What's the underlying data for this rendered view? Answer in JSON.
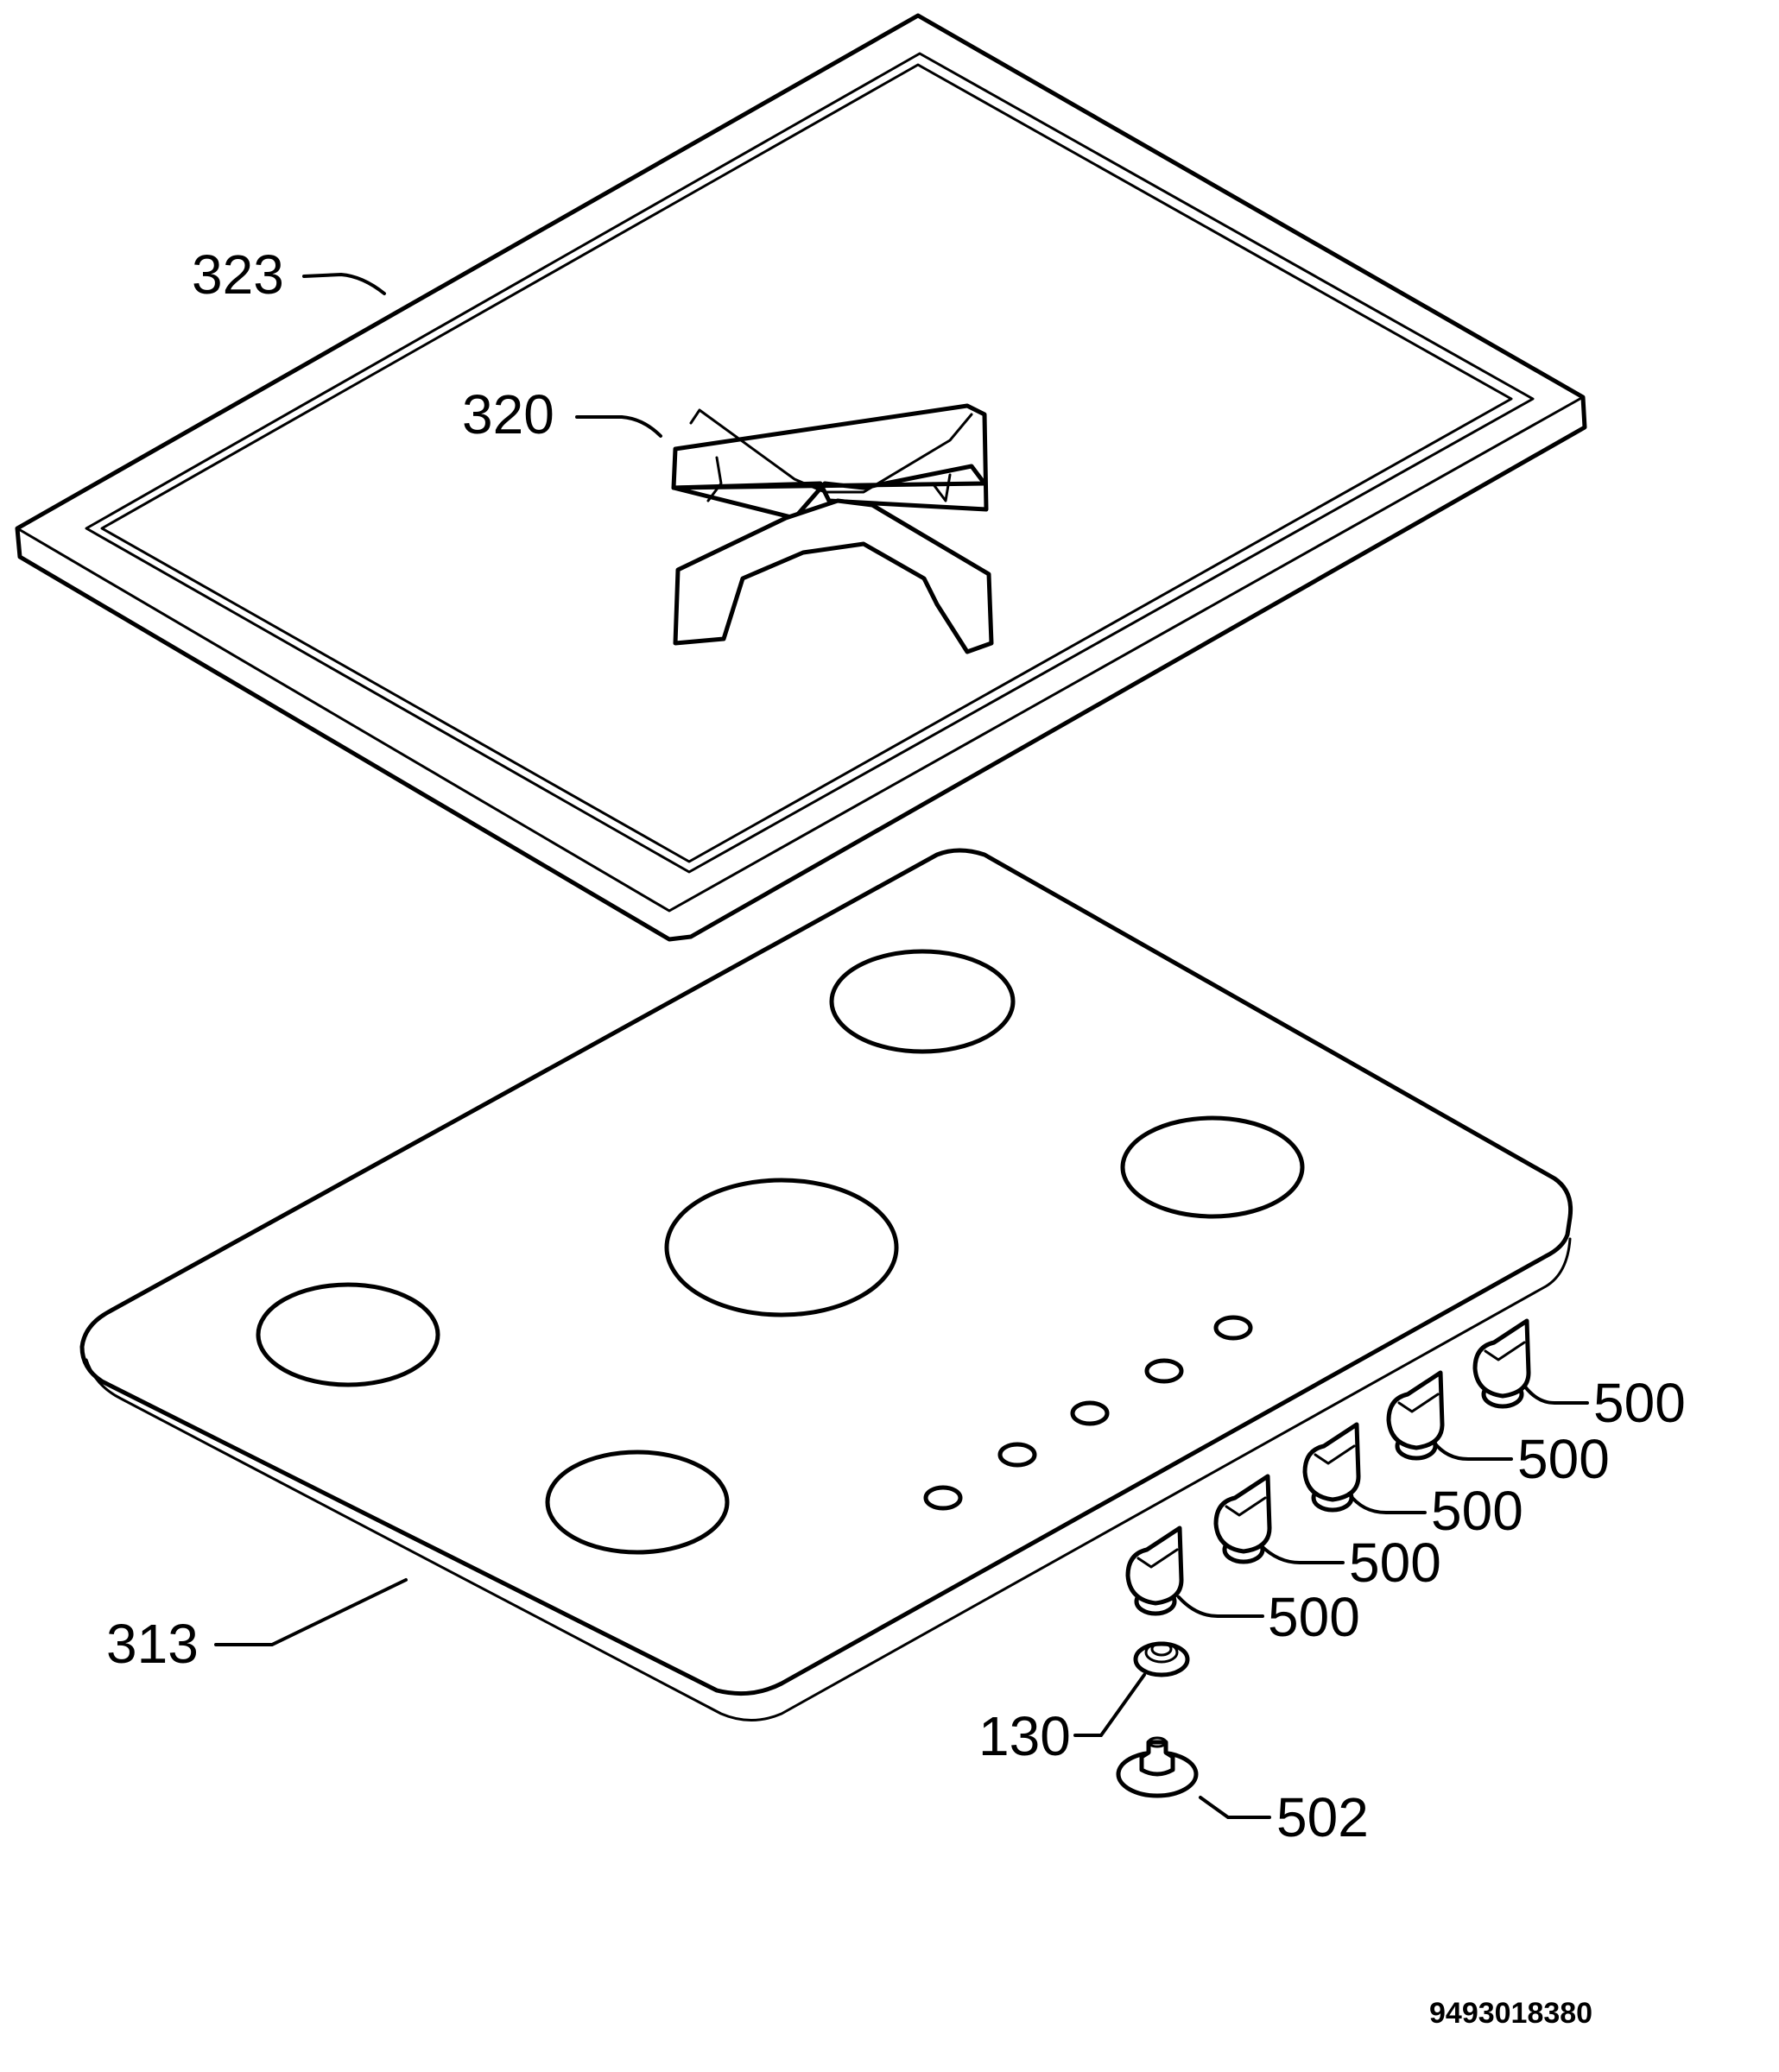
{
  "parts": {
    "frame": "323",
    "pan_support": "320",
    "hob_top": "313",
    "knob_1": "500",
    "knob_2": "500",
    "knob_3": "500",
    "knob_4": "500",
    "knob_5": "500",
    "bezel": "130",
    "spindle": "502"
  },
  "drawing_code": "9493018380"
}
